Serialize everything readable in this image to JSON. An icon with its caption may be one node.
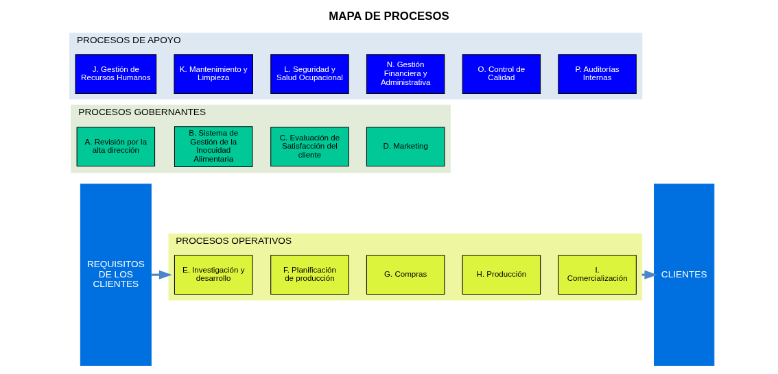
{
  "diagram": {
    "title": "MAPA DE PROCESOS",
    "nodes": [
      {
        "text": [
          "REQUISITOS DE LOS CLIENTES"
        ]
      },
      {
        "text": [
          "PROCESOS GOBERNANTES"
        ]
      },
      {
        "text": [
          "A. Revisión por la alta dirección"
        ],
        "in": 1
      },
      {
        "text": [
          "B. Sistema de Gestión de la Inocuidad Alimentaria"
        ],
        "in": 1
      },
      {
        "text": [
          "C. Evaluación de Satisfacción del cliente"
        ],
        "in": 1
      },
      {
        "text": [
          "D. Marketing"
        ],
        "in": 1
      },
      {
        "text": [
          "PROCESOS OPERATIVOS"
        ]
      },
      {
        "text": [
          "E. Investigación y desarrollo"
        ],
        "in": 6
      },
      {
        "text": [
          "F. Planificación de producción"
        ],
        "in": 6
      },
      {
        "text": [
          "G. Compras"
        ],
        "in": 6
      },
      {
        "text": [
          "H. Producción"
        ],
        "in": 6
      },
      {
        "text": [
          "I. Comercialización"
        ],
        "in": 6
      },
      {
        "text": [
          "PROCESOS DE APOYO"
        ]
      },
      {
        "text": [
          "J. Gestión de Recursos Humanos"
        ],
        "in": 12
      },
      {
        "text": [
          "K. Mantenimiento y Limpieza"
        ],
        "in": 12
      },
      {
        "text": [
          "L. Seguridad y Salud Ocupacional"
        ],
        "in": 12
      },
      {
        "text": [
          "N. Gestión Financiera y Administrativa"
        ],
        "in": 12
      },
      {
        "text": [
          "O. Control de Calidad"
        ],
        "in": 12
      },
      {
        "text": [
          "P. Auditorías Internas"
        ],
        "in": 12
      },
      {
        "text": [
          "CLIENTES"
        ]
      }
    ],
    "edges": [
      {
        "from": 0,
        "to": 6,
        "arrow": "to"
      },
      {
        "from": 6,
        "to": 19,
        "arrow": "to"
      }
    ]
  }
}
